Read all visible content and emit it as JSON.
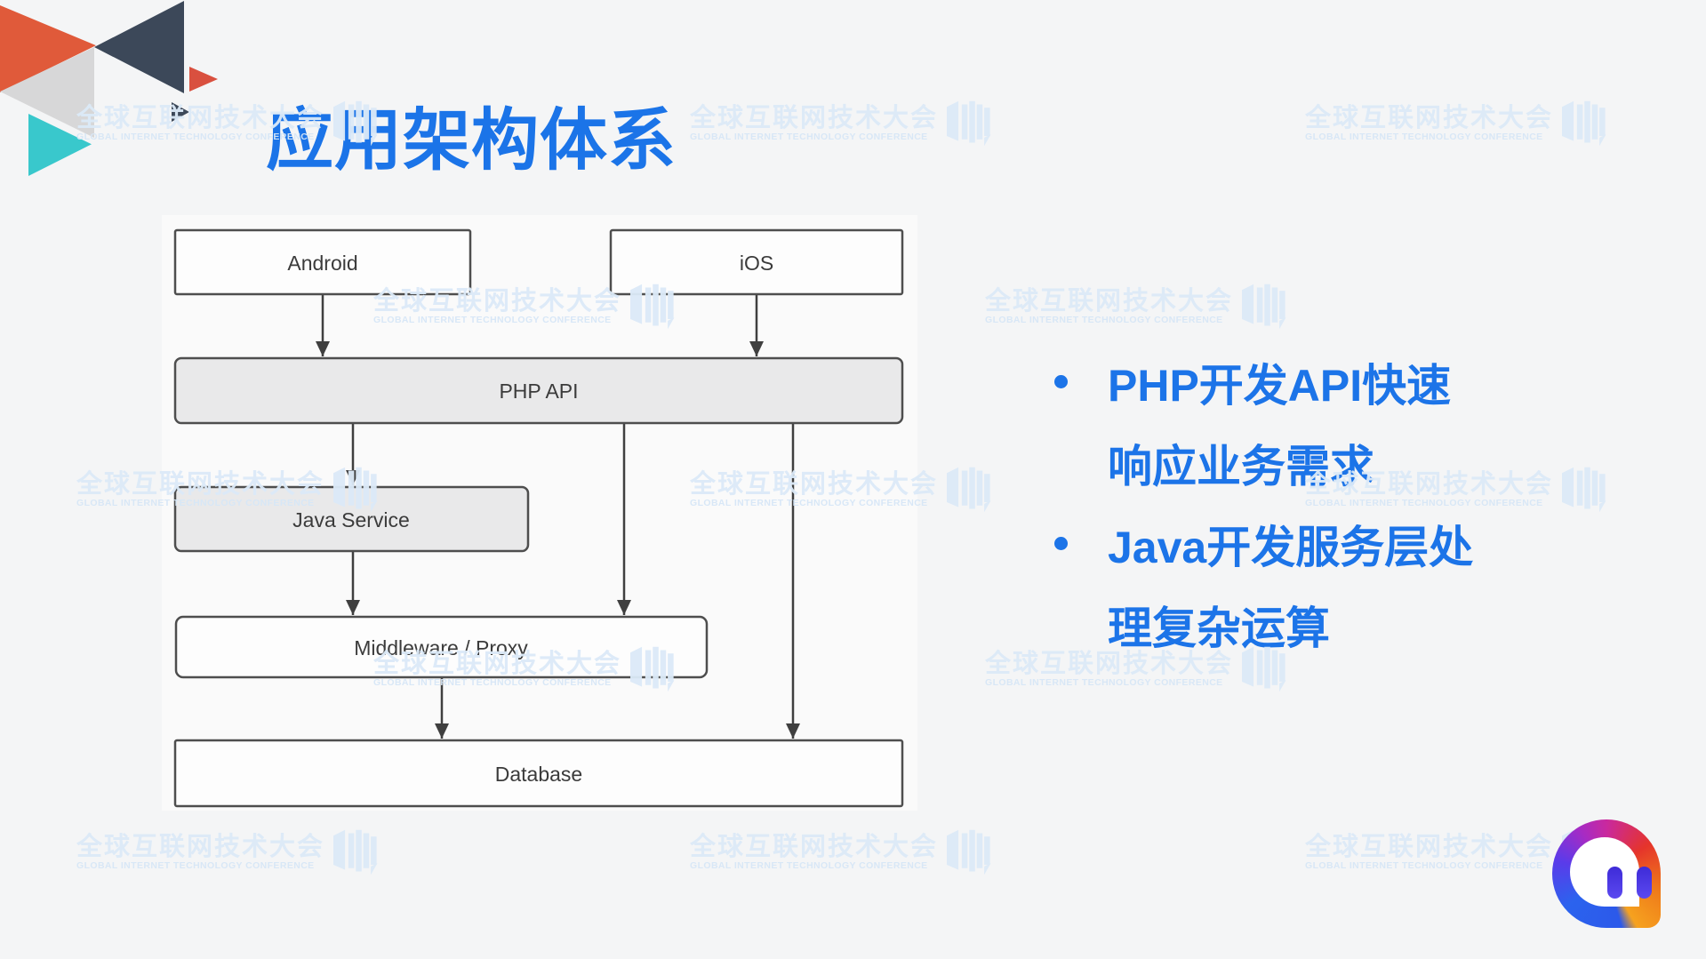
{
  "slide": {
    "title": "应用架构体系"
  },
  "diagram": {
    "nodes": [
      {
        "id": "android",
        "label": "Android"
      },
      {
        "id": "ios",
        "label": "iOS"
      },
      {
        "id": "php-api",
        "label": "PHP API"
      },
      {
        "id": "java-service",
        "label": "Java Service"
      },
      {
        "id": "middleware",
        "label": "Middleware / Proxy"
      },
      {
        "id": "database",
        "label": "Database"
      }
    ],
    "edges": [
      {
        "from": "Android",
        "to": "PHP API"
      },
      {
        "from": "iOS",
        "to": "PHP API"
      },
      {
        "from": "PHP API",
        "to": "Java Service"
      },
      {
        "from": "PHP API",
        "to": "Middleware / Proxy"
      },
      {
        "from": "PHP API",
        "to": "Database"
      },
      {
        "from": "Java Service",
        "to": "Middleware / Proxy"
      },
      {
        "from": "Middleware / Proxy",
        "to": "Database"
      }
    ]
  },
  "bullets": {
    "items": [
      {
        "lines": [
          "PHP开发API快速",
          "响应业务需求"
        ]
      },
      {
        "lines": [
          "Java开发服务层处",
          "理复杂运算"
        ]
      }
    ]
  },
  "watermark": {
    "cn": "全球互联网技术大会",
    "en": "GLOBAL INTERNET TECHNOLOGY CONFERENCE"
  },
  "colors": {
    "accent_blue": "#1B74E8",
    "node_fill_gray": "#E9E9EA",
    "node_fill_white": "#FDFDFD",
    "node_border": "#4E4E4E",
    "arrow": "#3F3F3F",
    "watermark_blue": "#DCEAF8",
    "tri_orange": "#E05A3A",
    "tri_slate": "#3C4859",
    "tri_teal": "#39C8CC",
    "tri_gray": "#D7D7D8"
  }
}
